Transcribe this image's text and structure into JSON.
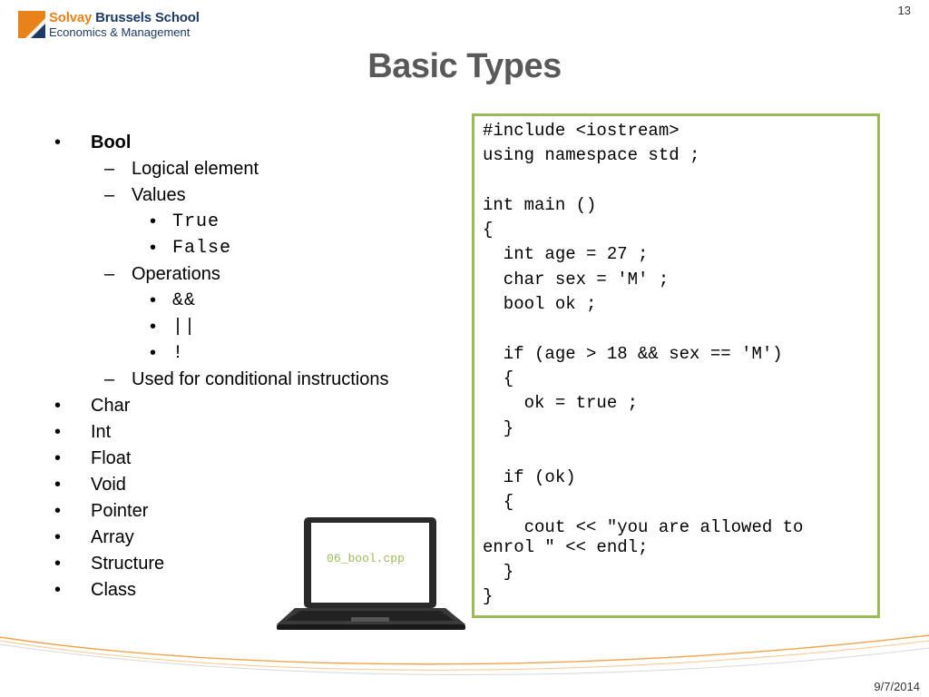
{
  "header": {
    "logo_line1_accent": "Solvay",
    "logo_line1_rest": "Brussels School",
    "logo_line2": "Economics & Management",
    "page_number": "13"
  },
  "slide": {
    "title": "Basic Types"
  },
  "bullets": [
    {
      "level": 1,
      "marker": "•",
      "text": "Bool",
      "bold": true
    },
    {
      "level": 2,
      "marker": "–",
      "text": "Logical element"
    },
    {
      "level": 2,
      "marker": "–",
      "text": "Values"
    },
    {
      "level": 3,
      "marker": "•",
      "text": "True"
    },
    {
      "level": 3,
      "marker": "•",
      "text": "False"
    },
    {
      "level": 2,
      "marker": "–",
      "text": "Operations"
    },
    {
      "level": 3,
      "marker": "•",
      "text": "&&"
    },
    {
      "level": 3,
      "marker": "•",
      "text": "||"
    },
    {
      "level": 3,
      "marker": "•",
      "text": "!"
    },
    {
      "level": 2,
      "marker": "–",
      "text": "Used for conditional instructions"
    },
    {
      "level": 1,
      "marker": "•",
      "text": "Char"
    },
    {
      "level": 1,
      "marker": "•",
      "text": "Int"
    },
    {
      "level": 1,
      "marker": "•",
      "text": "Float"
    },
    {
      "level": 1,
      "marker": "•",
      "text": "Void"
    },
    {
      "level": 1,
      "marker": "•",
      "text": "Pointer"
    },
    {
      "level": 1,
      "marker": "•",
      "text": "Array"
    },
    {
      "level": 1,
      "marker": "•",
      "text": "Structure"
    },
    {
      "level": 1,
      "marker": "•",
      "text": "Class"
    }
  ],
  "code": {
    "lines": [
      "#include <iostream>",
      "using namespace std ;",
      "",
      "int main ()",
      "{",
      "  int age = 27 ;",
      "  char sex = 'M' ;",
      "  bool ok ;",
      "",
      "  if (age > 18 && sex == 'M')",
      "  {",
      "    ok = true ;",
      "  }",
      "",
      "  if (ok)",
      "  {",
      "    cout << \"you are allowed to",
      "enrol \" << endl;",
      "  }",
      "}"
    ],
    "border_color": "#9bbb59"
  },
  "laptop": {
    "label": "06_bool.cpp",
    "icon": "laptop-icon"
  },
  "footer": {
    "date": "9/7/2014"
  },
  "colors": {
    "accent_orange": "#e8821a",
    "brand_navy": "#1f3a64",
    "title_gray": "#595959",
    "code_border_green": "#9bbb59"
  }
}
